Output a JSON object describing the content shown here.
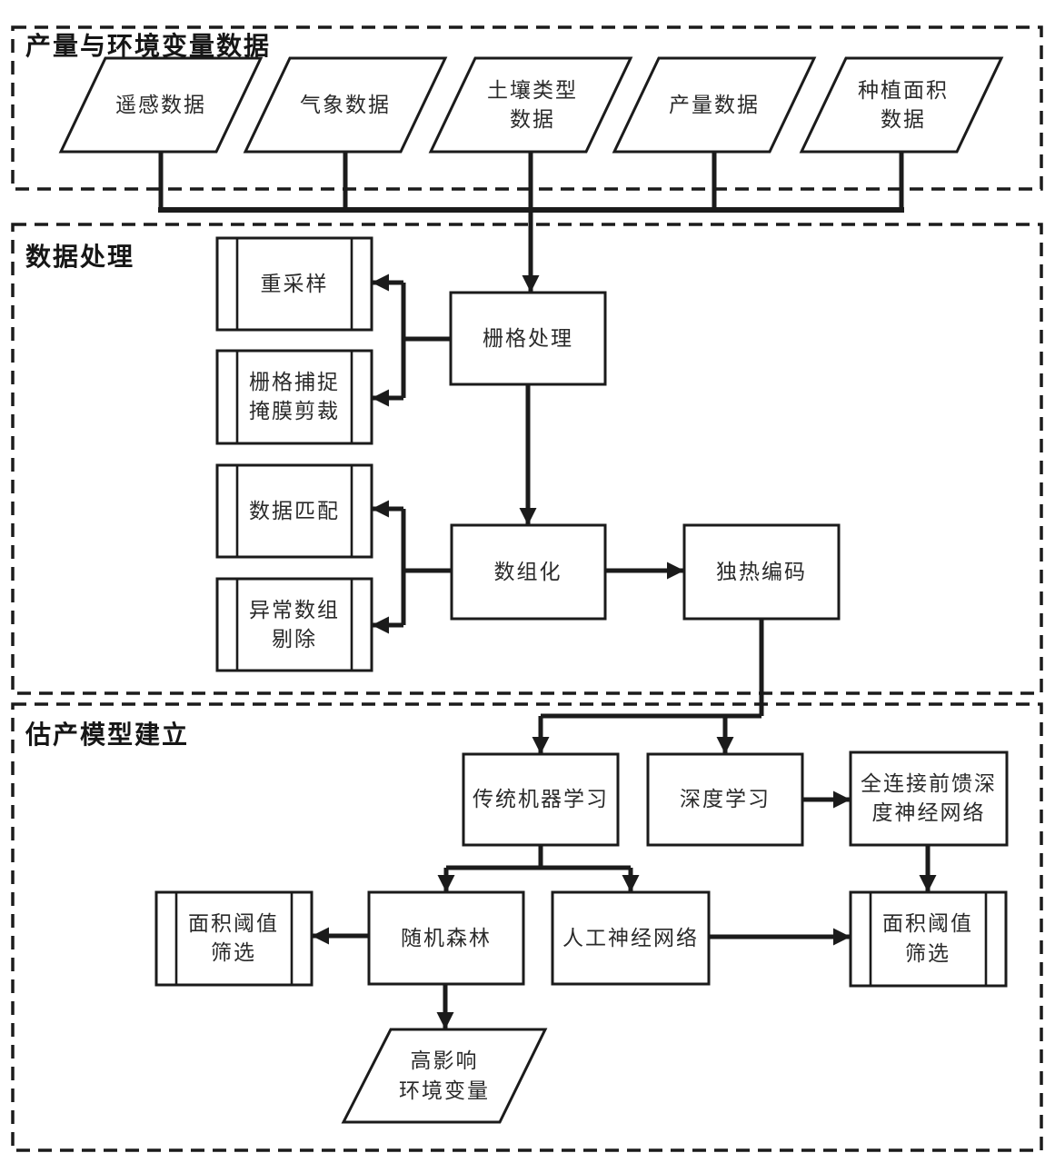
{
  "diagram": {
    "type": "flowchart",
    "language": "zh-CN"
  },
  "colors": {
    "ink": "#1b1b1b",
    "background": "#ffffff"
  },
  "sections": [
    {
      "title": "产量与环境变量数据"
    },
    {
      "title": "数据处理"
    },
    {
      "title": "估产模型建立"
    }
  ],
  "nodes": {
    "remote_sensing": {
      "label": "遥感数据"
    },
    "weather": {
      "label": "气象数据"
    },
    "soil_type": {
      "line1": "土壤类型",
      "line2": "数据"
    },
    "yield_data": {
      "label": "产量数据"
    },
    "planting_area": {
      "line1": "种植面积",
      "line2": "数据"
    },
    "resampling": {
      "label": "重采样"
    },
    "raster_snap_mask": {
      "line1": "栅格捕捉",
      "line2": "掩膜剪裁"
    },
    "raster_processing": {
      "label": "栅格处理"
    },
    "data_matching": {
      "label": "数据匹配"
    },
    "abnormal_array_removal": {
      "line1": "异常数组",
      "line2": "剔除"
    },
    "arrayification": {
      "label": "数组化"
    },
    "one_hot_encoding": {
      "label": "独热编码"
    },
    "traditional_ml": {
      "label": "传统机器学习"
    },
    "deep_learning": {
      "label": "深度学习"
    },
    "fc_ffdnn": {
      "line1": "全连接前馈深",
      "line2": "度神经网络"
    },
    "area_threshold_left": {
      "line1": "面积阈值",
      "line2": "筛选"
    },
    "random_forest": {
      "label": "随机森林"
    },
    "ann": {
      "label": "人工神经网络"
    },
    "area_threshold_right": {
      "line1": "面积阈值",
      "line2": "筛选"
    },
    "high_impact_env": {
      "line1": "高影响",
      "line2": "环境变量"
    }
  }
}
